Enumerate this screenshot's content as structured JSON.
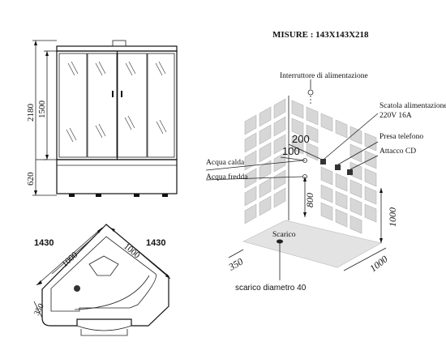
{
  "title": "MISURE : 143X143X218",
  "front_view": {
    "height_total": "2180",
    "height_mid": "1500",
    "height_base": "620"
  },
  "plan_view": {
    "width_left": "1430",
    "width_right": "1430",
    "side_inner": "1000",
    "side_inner_right": "1000",
    "corner": "350"
  },
  "room_view": {
    "label_switch": "Interruttore di alimentazione",
    "label_box": "Scatola  alimentazione",
    "label_box_spec": "220V 16A",
    "label_phone": "Presa telefono",
    "label_cd": "Attacco CD",
    "label_hot": "Acqua calda",
    "label_cold": "Acqua fredda",
    "label_drain": "Scarico",
    "label_drain_diam": "scarico diametro 40",
    "dim_200": "200",
    "dim_100": "100",
    "dim_800": "800",
    "dim_1000_v": "1000",
    "dim_350": "350",
    "dim_1000_floor": "1000"
  }
}
